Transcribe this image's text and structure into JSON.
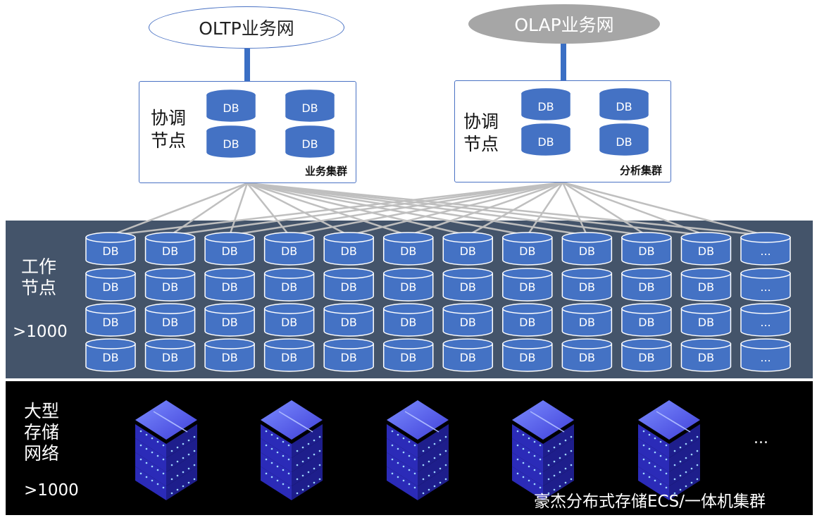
{
  "top": {
    "oltp_net": "OLTP业务网",
    "olap_net": "OLAP业务网"
  },
  "clusters": {
    "business": {
      "coordinator_line1": "协调",
      "coordinator_line2": "节点",
      "name": "业务集群",
      "db_label": "DB"
    },
    "analysis": {
      "coordinator_line1": "协调",
      "coordinator_line2": "节点",
      "name": "分析集群",
      "db_label": "DB"
    }
  },
  "workers": {
    "label_line1": "工作",
    "label_line2": "节点",
    "count": ">1000",
    "db_label": "DB",
    "more_label": "...",
    "columns": 12,
    "rows": 4
  },
  "storage": {
    "label_line1": "大型",
    "label_line2": "存储",
    "label_line3": "网络",
    "count": ">1000",
    "more_label": "...",
    "footer": "豪杰分布式存储ECS/一体机集群",
    "server_count": 5
  },
  "colors": {
    "db_fill": "#4472c4",
    "worker_band": "#44546a",
    "storage_band": "#000000",
    "link_line": "#bfbfbf",
    "stem": "#3a6fc4"
  }
}
